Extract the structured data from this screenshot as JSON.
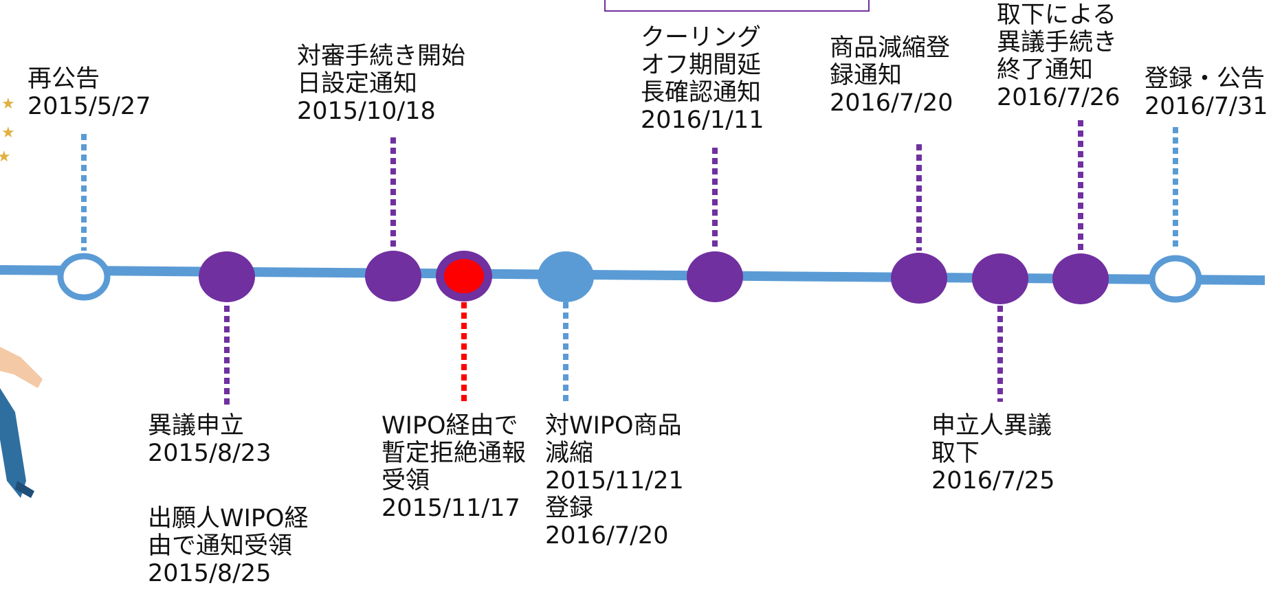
{
  "colors": {
    "timeline": "#5B9BD5",
    "event": "#7030A0",
    "highlight": "#FF0000",
    "text": "#111111"
  },
  "events": [
    {
      "id": "republication",
      "kind": "hollow",
      "title": [
        "再公告"
      ],
      "date": "2015/5/27"
    },
    {
      "id": "opposition",
      "kind": "filled",
      "title": [
        "異議申立"
      ],
      "date": "2015/8/23",
      "extra": [
        "出願人WIPO経",
        "由で通知受領"
      ],
      "extra_date": "2015/8/25"
    },
    {
      "id": "adversarial-start",
      "kind": "filled",
      "title": [
        "対審手続き開始",
        "日設定通知"
      ],
      "date": "2015/10/18"
    },
    {
      "id": "provisional-refusal",
      "kind": "highlight",
      "title": [
        "WIPO経由で",
        "暫定拒絶通報",
        "受領"
      ],
      "date": "2015/11/17"
    },
    {
      "id": "goods-reduction",
      "kind": "blue",
      "title": [
        "対WIPO商品",
        "減縮"
      ],
      "date": "2015/11/21",
      "extra": [
        "登録"
      ],
      "extra_date": "2016/7/20"
    },
    {
      "id": "cooling-off",
      "kind": "filled",
      "title": [
        "クーリング",
        "オフ期間延",
        "長確認通知"
      ],
      "date": "2016/1/11"
    },
    {
      "id": "reduction-registered",
      "kind": "filled",
      "title": [
        "商品減縮登",
        "録通知"
      ],
      "date": "2016/7/20"
    },
    {
      "id": "withdrawal",
      "kind": "filled",
      "title": [
        "申立人異議",
        "取下"
      ],
      "date": "2016/7/25"
    },
    {
      "id": "termination",
      "kind": "filled",
      "title": [
        "取下による",
        "異議手続き",
        "終了通知"
      ],
      "date": "2016/7/26"
    },
    {
      "id": "registration",
      "kind": "hollow",
      "title": [
        "登録・公告"
      ],
      "date": "2016/7/31"
    }
  ]
}
